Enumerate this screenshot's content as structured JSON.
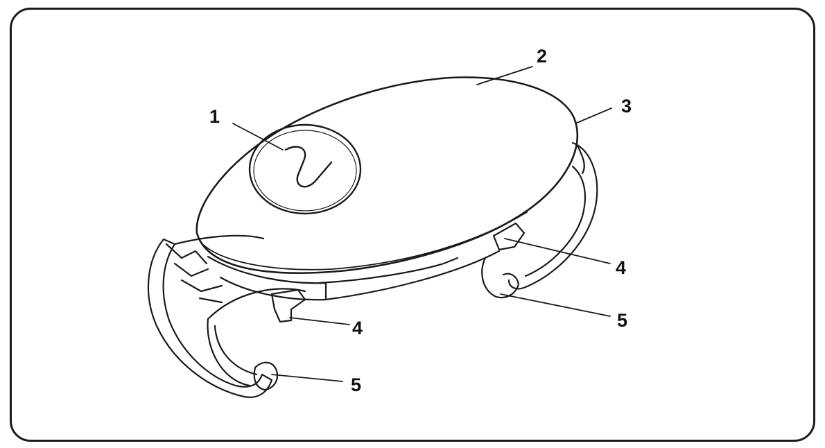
{
  "callouts": [
    {
      "id": "c1",
      "text": "1"
    },
    {
      "id": "c2",
      "text": "2"
    },
    {
      "id": "c3",
      "text": "3"
    },
    {
      "id": "c4a",
      "text": "4"
    },
    {
      "id": "c4b",
      "text": "4"
    },
    {
      "id": "c5a",
      "text": "5"
    },
    {
      "id": "c5b",
      "text": "5"
    }
  ],
  "colors": {
    "stroke": "#1a1a1a",
    "background": "#ffffff"
  }
}
